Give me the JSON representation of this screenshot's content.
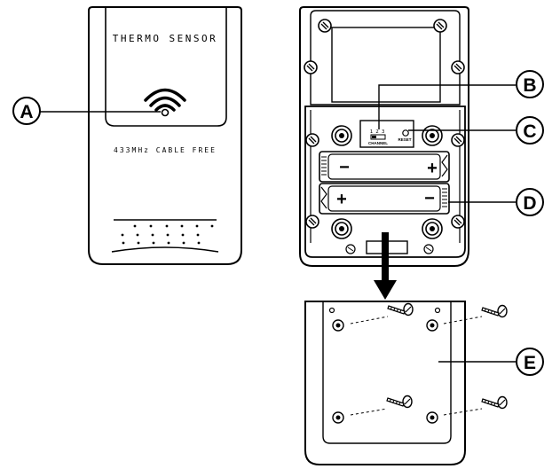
{
  "front": {
    "title": "THERMO SENSOR",
    "subtitle": "433MHz CABLE FREE"
  },
  "compartment": {
    "channel_numbers": "1 2 3",
    "channel_label": "CHANNEL",
    "reset_label": "RESET",
    "battery_top": {
      "left_sign": "−",
      "right_sign": "+"
    },
    "battery_bottom": {
      "left_sign": "+",
      "right_sign": "−"
    }
  },
  "callouts": [
    {
      "letter": "A"
    },
    {
      "letter": "B"
    },
    {
      "letter": "C"
    },
    {
      "letter": "D"
    },
    {
      "letter": "E"
    }
  ]
}
